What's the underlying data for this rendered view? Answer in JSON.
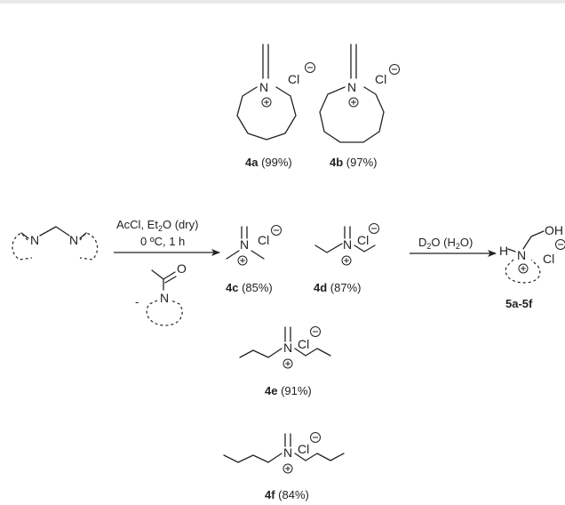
{
  "reagent_arrow": {
    "line1": "AcCl, Et",
    "line1_sub": "2",
    "line1_end": "O (dry)",
    "line2": "0 ºC, 1 h",
    "byproduct_prefix": "-"
  },
  "hydrolysis_arrow": {
    "d": "D",
    "d_sub": "2",
    "o": "O (H",
    "h_sub": "2",
    "close": "O)"
  },
  "atoms": {
    "N": "N",
    "Cl": "Cl",
    "O": "O",
    "OH": "OH",
    "H": "H"
  },
  "compounds": [
    {
      "id": "4a",
      "yield": " (99%)"
    },
    {
      "id": "4b",
      "yield": " (97%)"
    },
    {
      "id": "4c",
      "yield": " (85%)"
    },
    {
      "id": "4d",
      "yield": " (87%)"
    },
    {
      "id": "4e",
      "yield": " (91%)"
    },
    {
      "id": "4f",
      "yield": " (84%)"
    }
  ],
  "product_label": "5a-5f"
}
